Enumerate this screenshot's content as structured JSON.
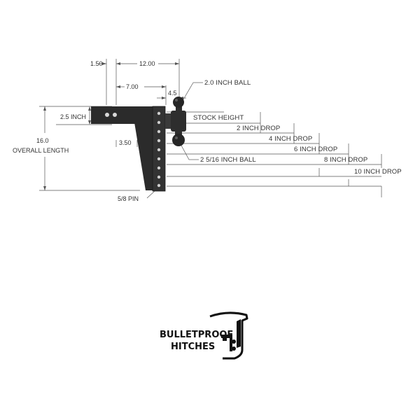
{
  "diagram": {
    "dimensions": {
      "d_1_5": "1.50",
      "d_12": "12.00",
      "d_7": "7.00",
      "d_4_5": "4.5",
      "d_2_5": "2.5 INCH",
      "d_3_5": "3.50",
      "d_16": "16.0",
      "overall_length": "OVERALL LENGTH",
      "pin": "5/8 PIN"
    },
    "balls": {
      "top": "2.0 INCH BALL",
      "bottom": "2  5/16 INCH BALL"
    },
    "heights": [
      "STOCK HEIGHT",
      "2 INCH DROP",
      "4 INCH DROP",
      "6 INCH DROP",
      "8 INCH DROP",
      "10 INCH DROP"
    ]
  },
  "logo": {
    "line1": "BULLETPROOF",
    "line2": "HITCHES"
  },
  "colors": {
    "line": "#444444",
    "steel": "#2b2b2b",
    "text": "#333333"
  }
}
